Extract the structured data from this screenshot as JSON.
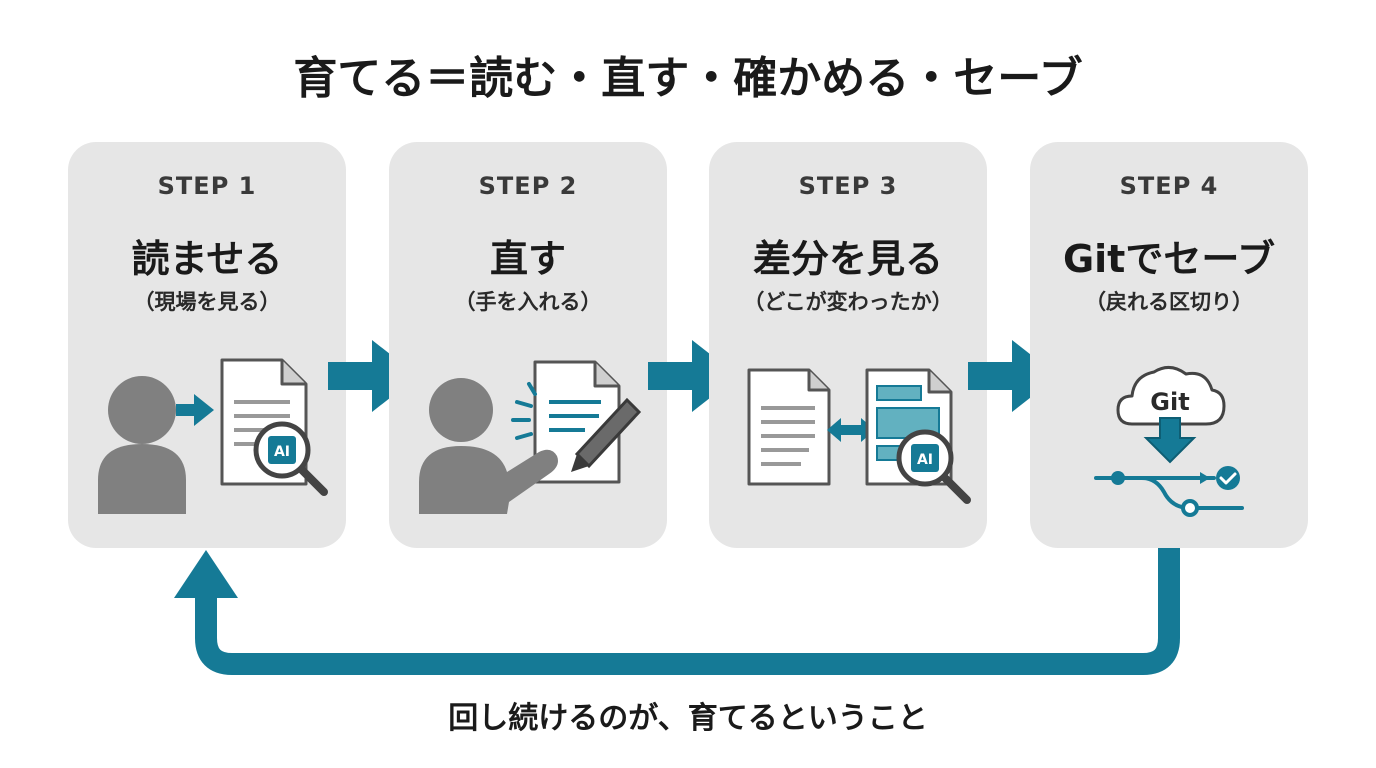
{
  "title": "育てる＝読む・直す・確かめる・セーブ",
  "steps": [
    {
      "step": "STEP 1",
      "heading": "読ませる",
      "sub": "（現場を見る）",
      "ai_badge": "AI"
    },
    {
      "step": "STEP 2",
      "heading": "直す",
      "sub": "（手を入れる）"
    },
    {
      "step": "STEP 3",
      "heading": "差分を見る",
      "sub": "（どこが変わったか）",
      "ai_badge": "AI"
    },
    {
      "step": "STEP 4",
      "heading": "Gitでセーブ",
      "sub": "（戻れる区切り）",
      "cloud_label": "Git"
    }
  ],
  "footer": "回し続けるのが、育てるということ",
  "colors": {
    "accent": "#157a96",
    "card": "#e6e6e6",
    "figure": "#808080",
    "teal_fill": "#62b1c0"
  }
}
